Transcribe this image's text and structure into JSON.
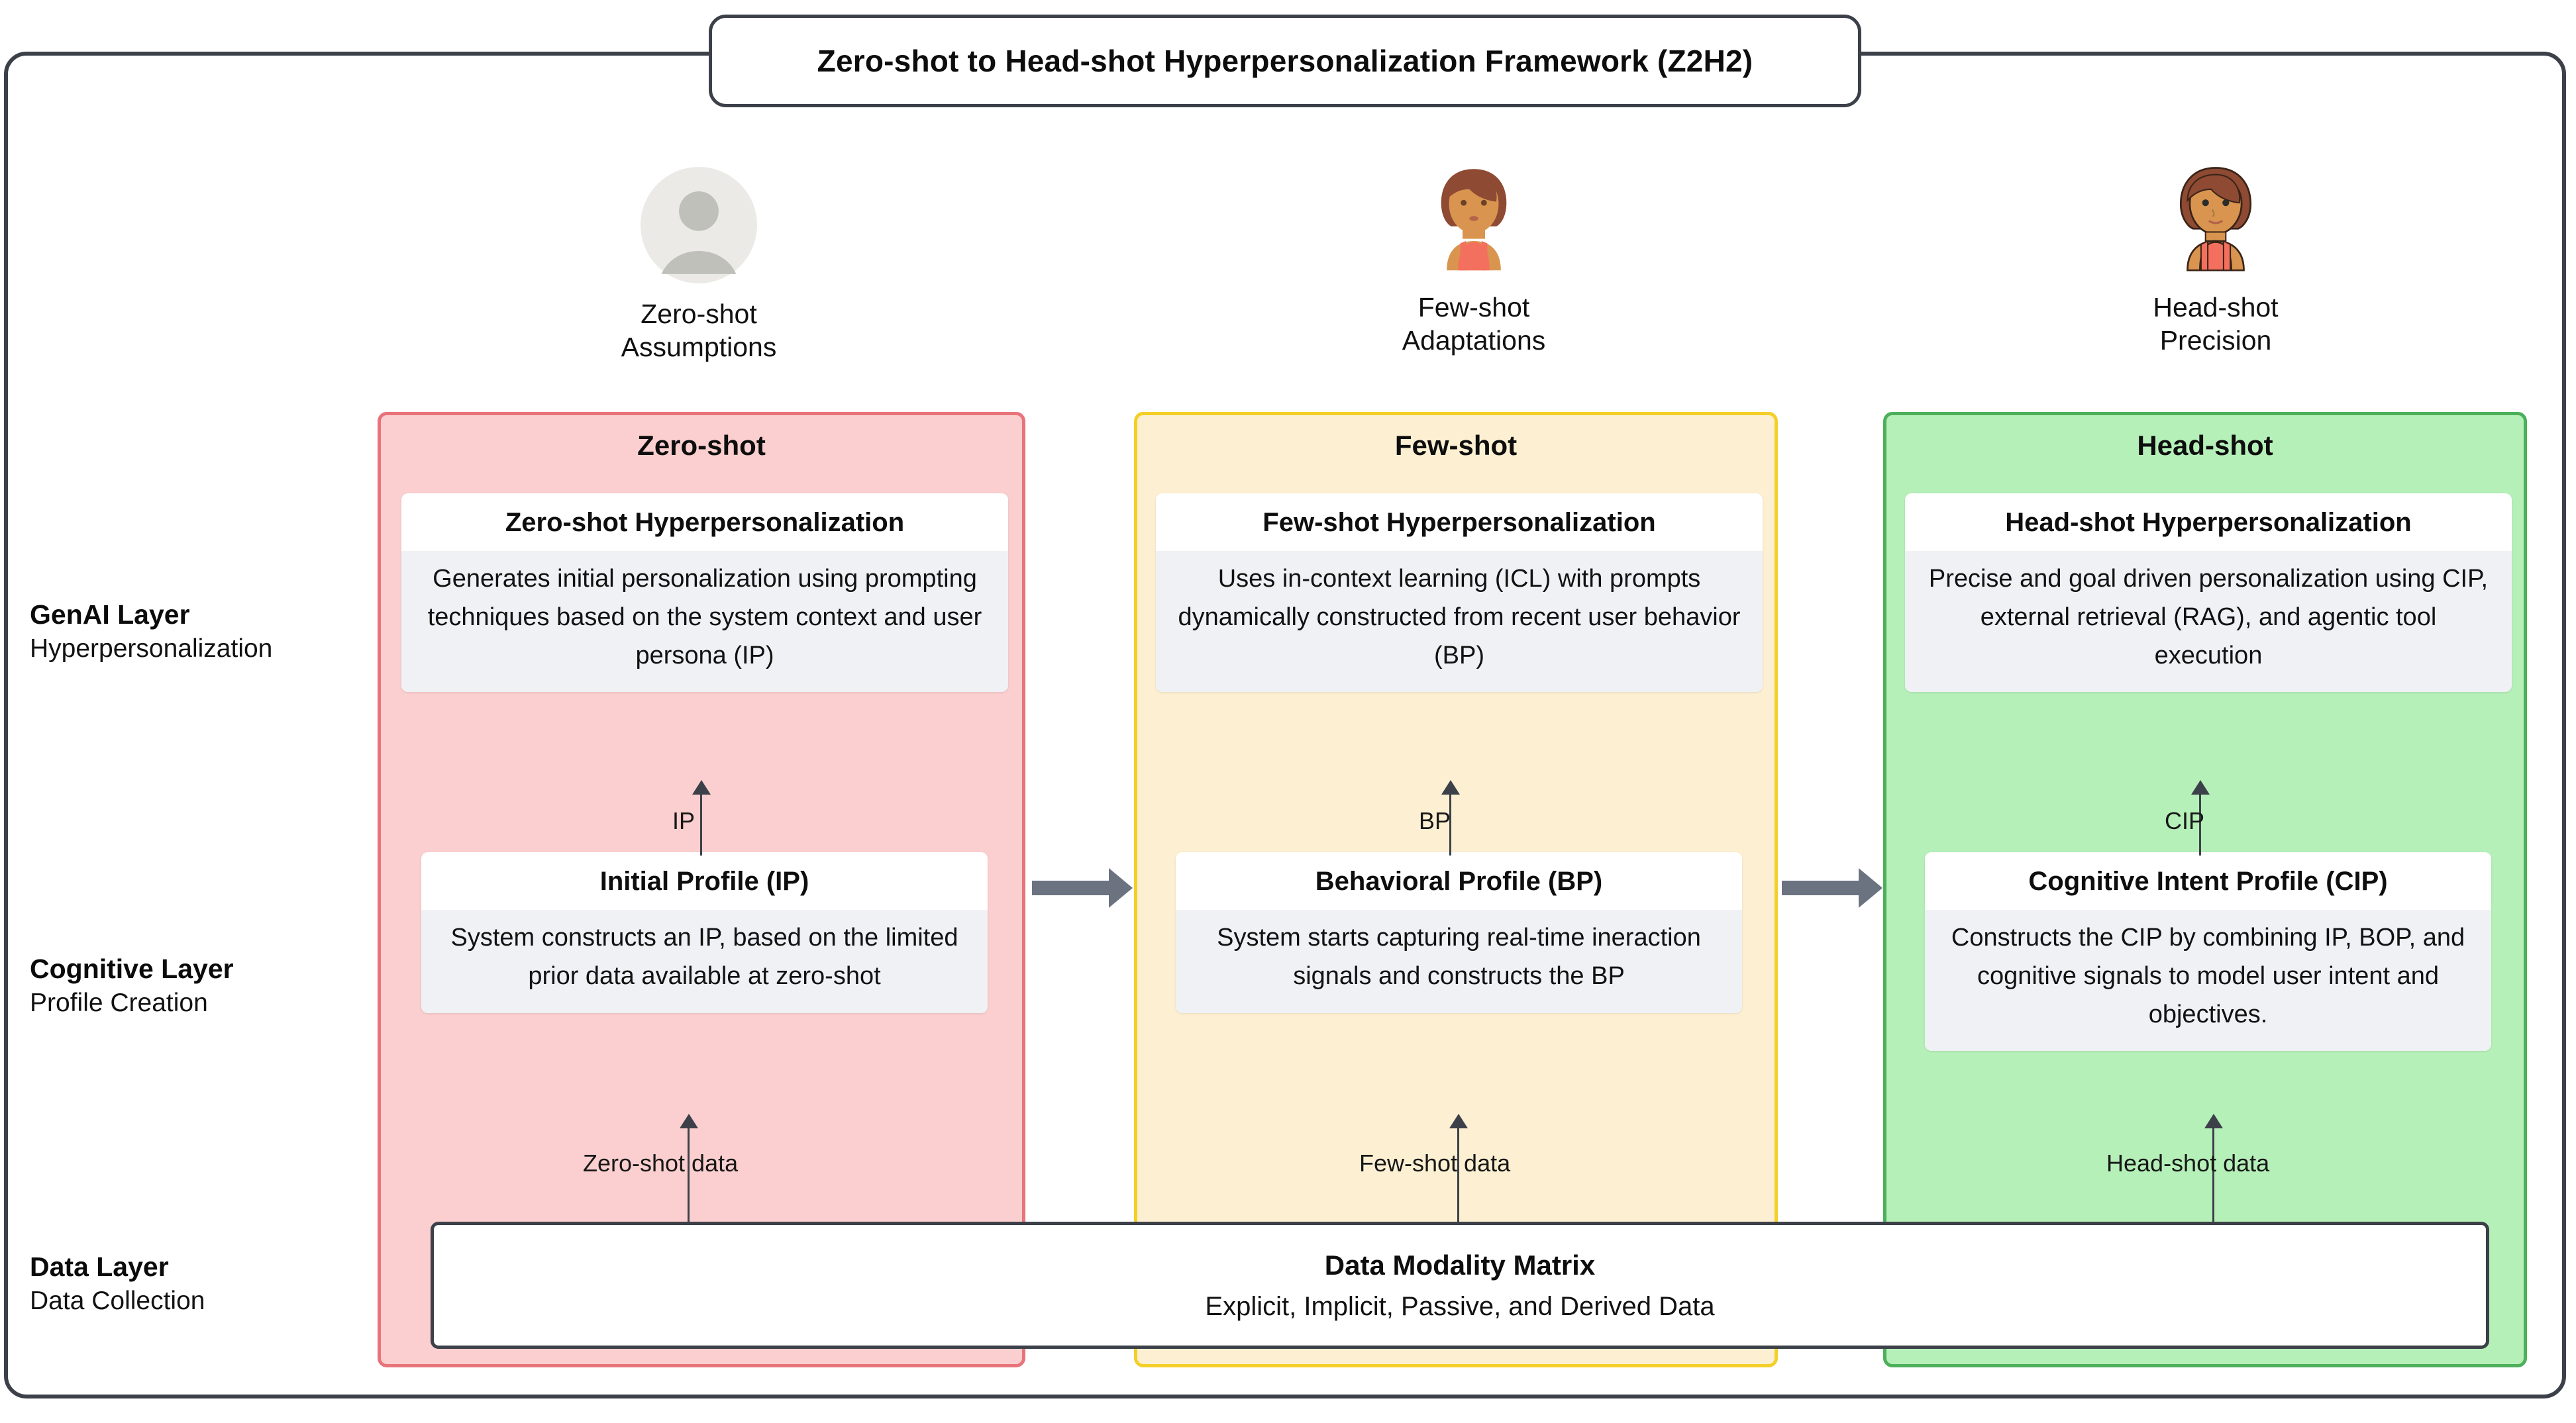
{
  "title": "Zero-shot to Head-shot Hyperpersonalization Framework (Z2H2)",
  "personas": [
    {
      "icon": "generic-user-avatar-icon",
      "line1": "Zero-shot",
      "line2": "Assumptions"
    },
    {
      "icon": "woman-avatar-icon",
      "line1": "Few-shot",
      "line2": "Adaptations"
    },
    {
      "icon": "woman-avatar-detailed-icon",
      "line1": "Head-shot",
      "line2": "Precision"
    }
  ],
  "layers": [
    {
      "name": "GenAI Layer",
      "sub": "Hyperpersonalization"
    },
    {
      "name": "Cognitive Layer",
      "sub": "Profile Creation"
    },
    {
      "name": "Data Layer",
      "sub": "Data Collection"
    }
  ],
  "columns": [
    {
      "title": "Zero-shot",
      "fill": "#fbcfcf",
      "border": "#e8737a",
      "genai": {
        "heading": "Zero-shot Hyperpersonalization",
        "body": "Generates initial personalization using prompting techniques based on the system context and user persona (IP)"
      },
      "cognitive": {
        "heading": "Initial Profile (IP)",
        "body": "System constructs an IP, based on the limited prior data available at zero-shot"
      },
      "profile_edge_label": "IP",
      "data_edge_label": "Zero-shot data"
    },
    {
      "title": "Few-shot",
      "fill": "#fdf0d2",
      "border": "#f4cf28",
      "genai": {
        "heading": "Few-shot Hyperpersonalization",
        "body": "Uses in-context learning (ICL) with prompts dynamically constructed from recent user behavior (BP)"
      },
      "cognitive": {
        "heading": "Behavioral Profile (BP)",
        "body": "System starts capturing real-time ineraction signals and constructs the BP"
      },
      "profile_edge_label": "BP",
      "data_edge_label": "Few-shot data"
    },
    {
      "title": "Head-shot",
      "fill": "#b6f0b9",
      "border": "#4cb05a",
      "genai": {
        "heading": "Head-shot Hyperpersonalization",
        "body": "Precise and goal driven personalization using CIP, external retrieval (RAG), and agentic tool execution"
      },
      "cognitive": {
        "heading": "Cognitive Intent Profile (CIP)",
        "body": "Constructs the CIP by combining IP, BOP, and cognitive signals to model user intent and objectives."
      },
      "profile_edge_label": "CIP",
      "data_edge_label": "Head-shot data"
    }
  ],
  "data_bar": {
    "heading": "Data Modality Matrix",
    "subheading": "Explicit, Implicit, Passive, and Derived Data"
  },
  "stage_arrow_color": "#6b7280",
  "frame_color": "#3c4049"
}
